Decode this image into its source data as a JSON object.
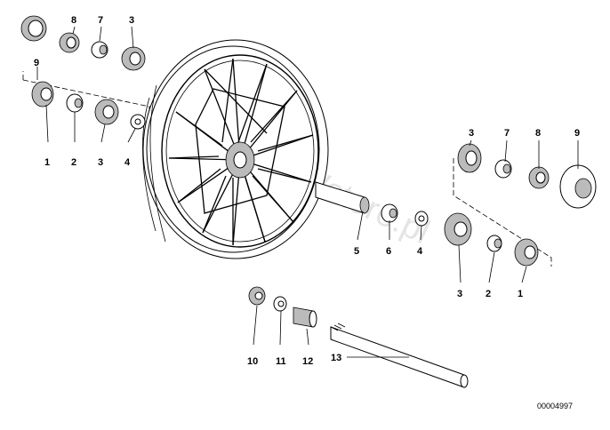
{
  "document_number": "00004997",
  "watermark": "BMWstore.pl",
  "callouts": {
    "left_top": [
      "9",
      "8",
      "7",
      "3"
    ],
    "left_bottom": [
      "1",
      "2",
      "3",
      "4"
    ],
    "right_top": [
      "3",
      "7",
      "8",
      "9"
    ],
    "right_bottom": [
      "5",
      "6",
      "4",
      "3",
      "2",
      "1"
    ],
    "axle": [
      "10",
      "11",
      "12",
      "13"
    ]
  }
}
